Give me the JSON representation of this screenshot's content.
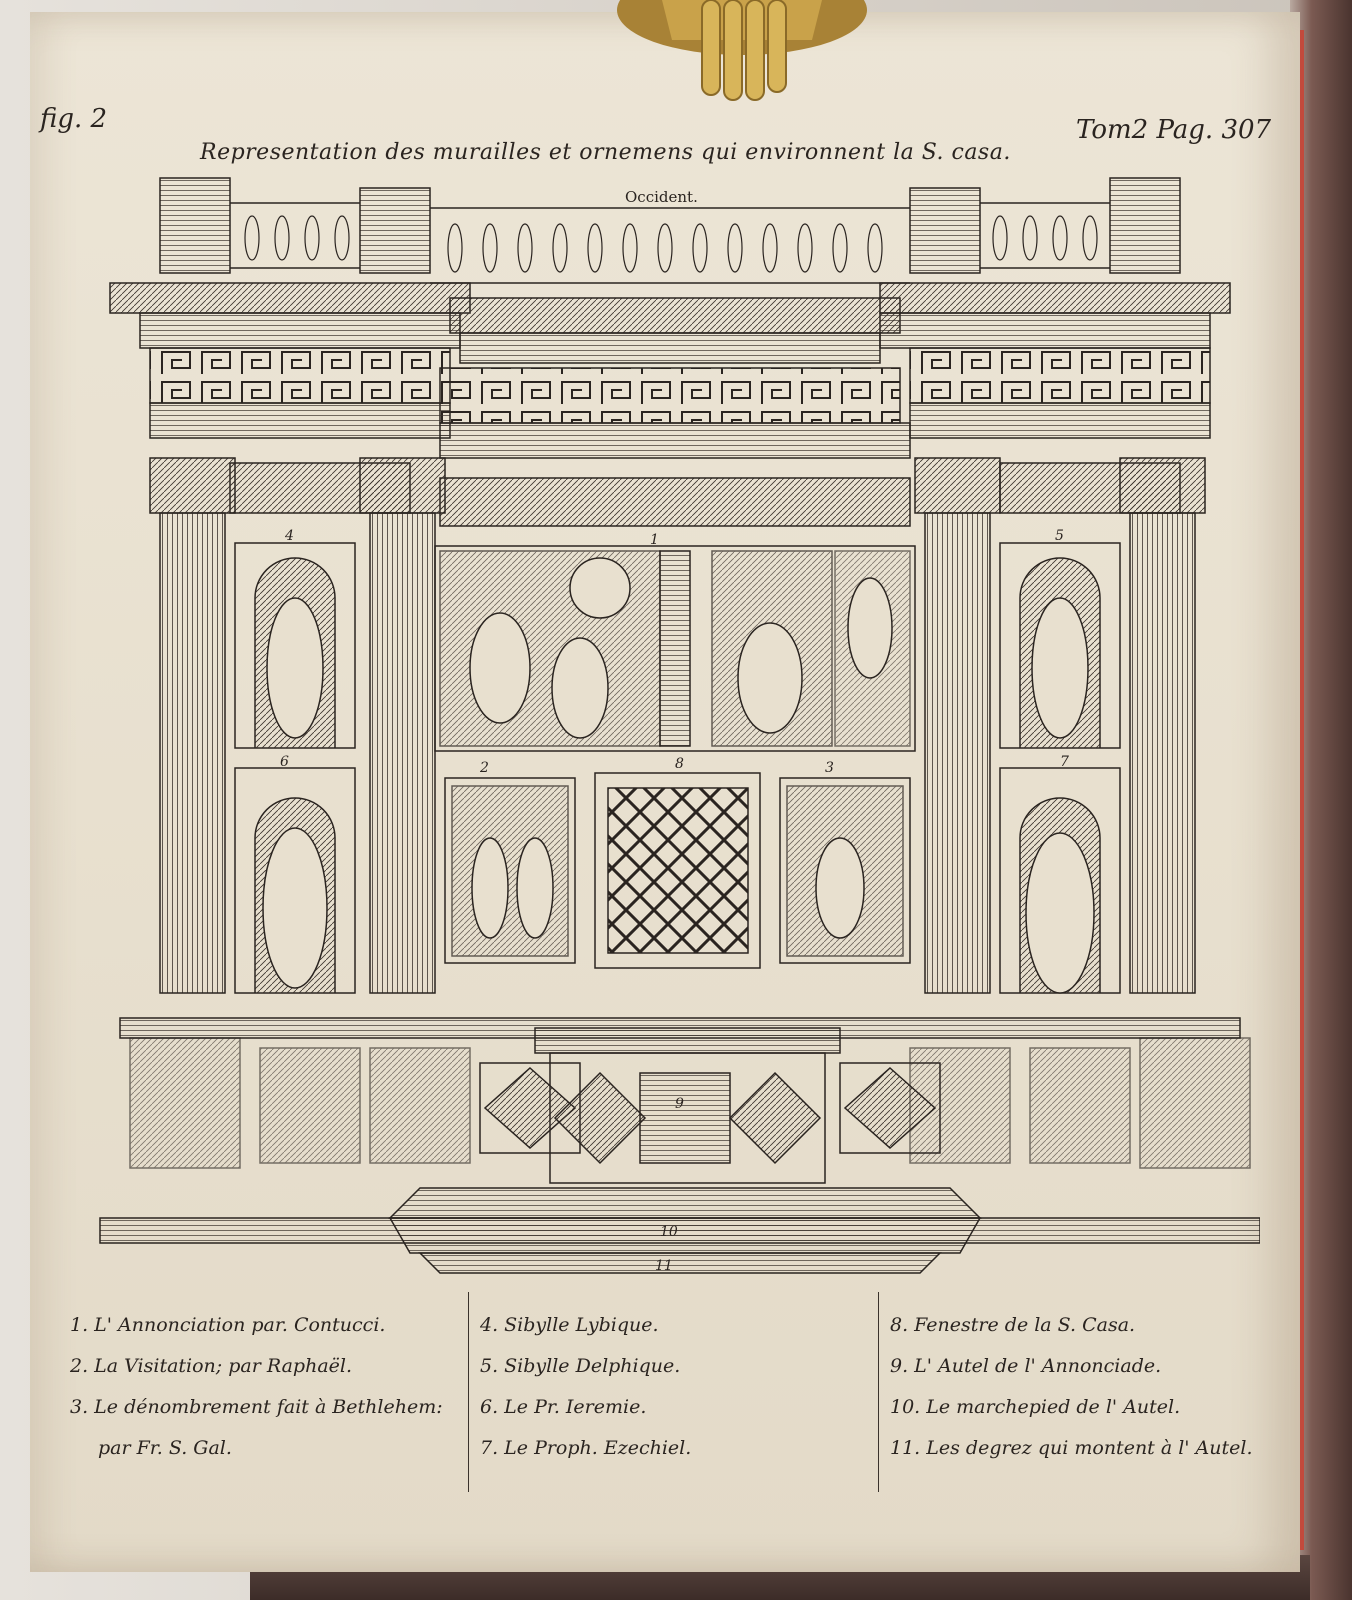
{
  "document": {
    "fig_label": "fig. 2",
    "page_ref": "Tom2 Pag. 307",
    "title": "Representation des murailles et ornemens qui environnent la S. casa.",
    "subtitle": "Occident.",
    "plate_numbers": [
      "1",
      "2",
      "3",
      "4",
      "5",
      "6",
      "7",
      "8",
      "9",
      "10",
      "11"
    ]
  },
  "legend": {
    "col1": [
      "1. L' Annonciation par. Contucci.",
      "2. La Visitation; par Raphaël.",
      "3. Le dénombrement fait à Bethlehem:",
      "par Fr. S. Gal."
    ],
    "col2": [
      "4. Sibylle Lybique.",
      "5. Sibylle Delphique.",
      "6. Le Pr. Ieremie.",
      "7. Le Proph. Ezechiel."
    ],
    "col3": [
      "8. Fenestre de la S. Casa.",
      "9. L' Autel de l' Annonciade.",
      "10. Le marchepied de l' Autel.",
      "11. Les degrez qui montent à l' Autel."
    ]
  },
  "colors": {
    "paper": "#e8e0cf",
    "ink": "#2a2420",
    "page_edge": "#c24a3c",
    "brass": "#c9a24a"
  }
}
